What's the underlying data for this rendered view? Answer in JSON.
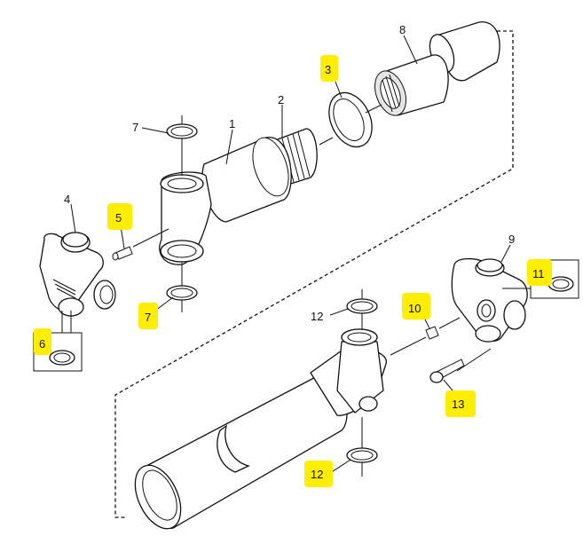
{
  "callouts": {
    "c1": "1",
    "c2": "2",
    "c3": "3",
    "c4": "4",
    "c5": "5",
    "c6": "6",
    "c7a": "7",
    "c7b": "7",
    "c8": "8",
    "c9": "9",
    "c10": "10",
    "c11": "11",
    "c12a": "12",
    "c12b": "12",
    "c13": "13"
  },
  "colors": {
    "highlight": "#ffee00",
    "line": "#111111",
    "background": "#ffffff"
  }
}
